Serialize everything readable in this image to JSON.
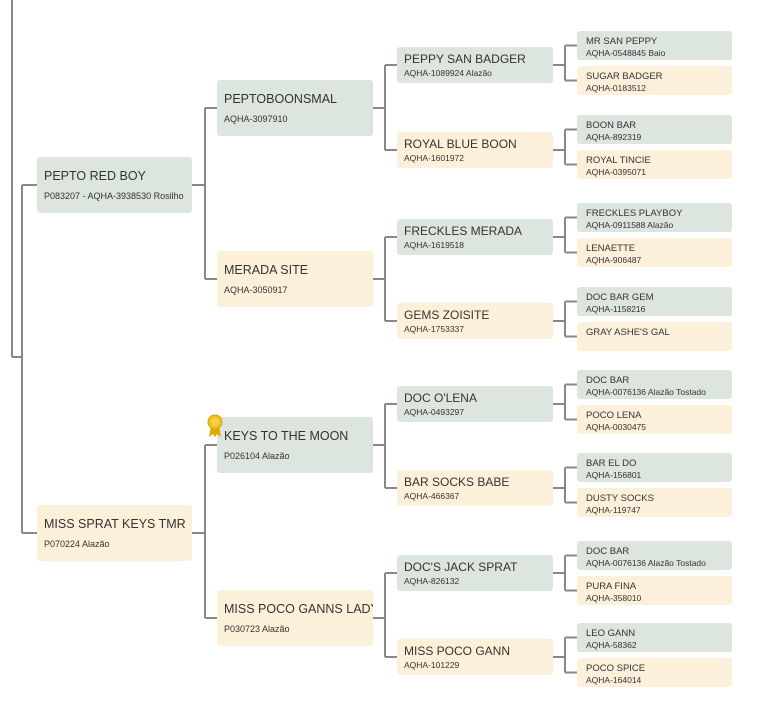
{
  "pedigree": {
    "g1": [
      {
        "name": "PEPTO RED BOY",
        "reg": "P083207 - AQHA-3938530 Rosilho"
      },
      {
        "name": "MISS SPRAT KEYS TMR",
        "reg": "P070224 Alazão"
      }
    ],
    "g2": [
      {
        "name": "PEPTOBOONSMAL",
        "reg": "AQHA-3097910"
      },
      {
        "name": "MERADA SITE",
        "reg": "AQHA-3050917"
      },
      {
        "name": "KEYS TO THE MOON",
        "reg": "P026104 Alazão"
      },
      {
        "name": "MISS POCO GANNS LADY",
        "reg": "P030723 Alazão"
      }
    ],
    "g3": [
      {
        "name": "PEPPY SAN BADGER",
        "reg": "AQHA-1089924 Alazão"
      },
      {
        "name": "ROYAL BLUE BOON",
        "reg": "AQHA-1601972"
      },
      {
        "name": "FRECKLES MERADA",
        "reg": "AQHA-1619518"
      },
      {
        "name": "GEMS ZOISITE",
        "reg": "AQHA-1753337"
      },
      {
        "name": "DOC O'LENA",
        "reg": "AQHA-0493297"
      },
      {
        "name": "BAR SOCKS BABE",
        "reg": "AQHA-466367"
      },
      {
        "name": "DOC'S JACK SPRAT",
        "reg": "AQHA-826132"
      },
      {
        "name": "MISS POCO GANN",
        "reg": "AQHA-101229"
      }
    ],
    "g4": [
      {
        "name": "MR SAN PEPPY",
        "reg": "AQHA-0548845 Baio"
      },
      {
        "name": "SUGAR BADGER",
        "reg": "AQHA-0183512"
      },
      {
        "name": "BOON BAR",
        "reg": "AQHA-892319"
      },
      {
        "name": "ROYAL TINCIE",
        "reg": "AQHA-0395071"
      },
      {
        "name": "FRECKLES PLAYBOY",
        "reg": "AQHA-0911588 Alazão"
      },
      {
        "name": "LENAETTE",
        "reg": "AQHA-906487"
      },
      {
        "name": "DOC BAR GEM",
        "reg": "AQHA-1158216"
      },
      {
        "name": "GRAY ASHE'S GAL",
        "reg": ""
      },
      {
        "name": "DOC BAR",
        "reg": "AQHA-0076136 Alazão Tostado"
      },
      {
        "name": "POCO LENA",
        "reg": "AQHA-0030475"
      },
      {
        "name": "BAR EL DO",
        "reg": "AQHA-156801"
      },
      {
        "name": "DUSTY SOCKS",
        "reg": "AQHA-119747"
      },
      {
        "name": "DOC BAR",
        "reg": "AQHA-0076136 Alazão Tostado"
      },
      {
        "name": "PURA FINA",
        "reg": "AQHA-358010"
      },
      {
        "name": "LEO GANN",
        "reg": "AQHA-58362"
      },
      {
        "name": "POCO SPICE",
        "reg": "AQHA-164014"
      }
    ]
  },
  "colors": {
    "sire_bg": "#dde5df",
    "dam_bg": "#fdf0da",
    "line": "#888888",
    "ribbon": "#f2c21b"
  },
  "icons": {
    "award": "ribbon-award-icon"
  }
}
